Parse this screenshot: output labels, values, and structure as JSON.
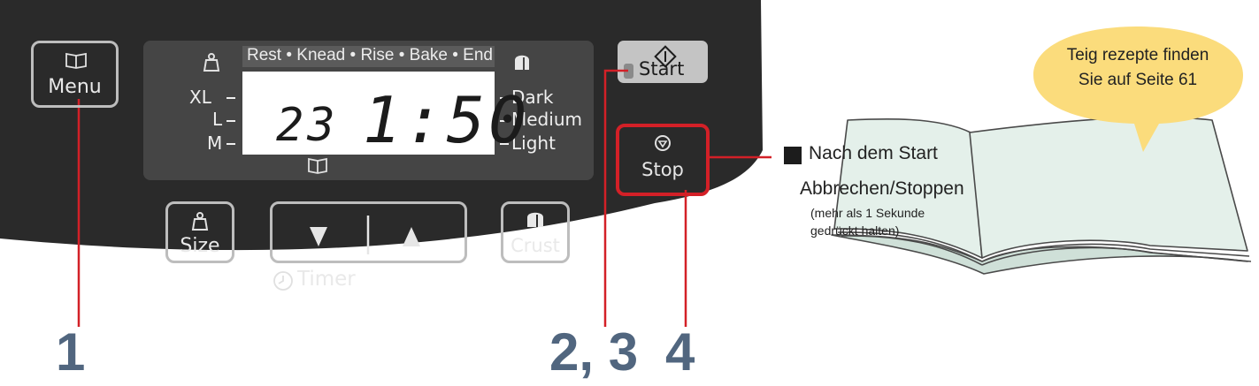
{
  "panel": {
    "menu_button": {
      "label": "Menu",
      "icon": "book-icon"
    },
    "size_button": {
      "label": "Size",
      "icon": "weight-icon"
    },
    "crust_button": {
      "label": "Crust",
      "icon": "bread-icon"
    },
    "timer": {
      "label": "Timer",
      "down_icon": "triangle-down-icon",
      "up_icon": "triangle-up-icon"
    },
    "start_button": {
      "label": "Start"
    },
    "stop_button": {
      "label": "Stop"
    }
  },
  "display": {
    "stages": "Rest • Knead • Rise • Bake • End",
    "size_labels": [
      "XL",
      "L",
      "M"
    ],
    "crust_labels": [
      "Dark",
      "Medium",
      "Light"
    ],
    "menu_number": "23",
    "time": "1:50"
  },
  "callouts": [
    "1",
    "2, 3",
    "4"
  ],
  "stop_note": {
    "title": "Nach dem Start",
    "line2": "Abbrechen/Stoppen",
    "detail1": "(mehr als 1 Sekunde",
    "detail2": "gedrückt halten)"
  },
  "bubble": {
    "line1": "Teig rezepte finden",
    "line2": "Sie auf Seite 61"
  },
  "colors": {
    "panel": "#2a2a2a",
    "lcd_bezel": "#454545",
    "stop_outline": "#d32027",
    "callout_line": "#d32027",
    "callout_number": "#51667f",
    "bubble": "#fbdc7c",
    "book": "#e4f0ea"
  }
}
